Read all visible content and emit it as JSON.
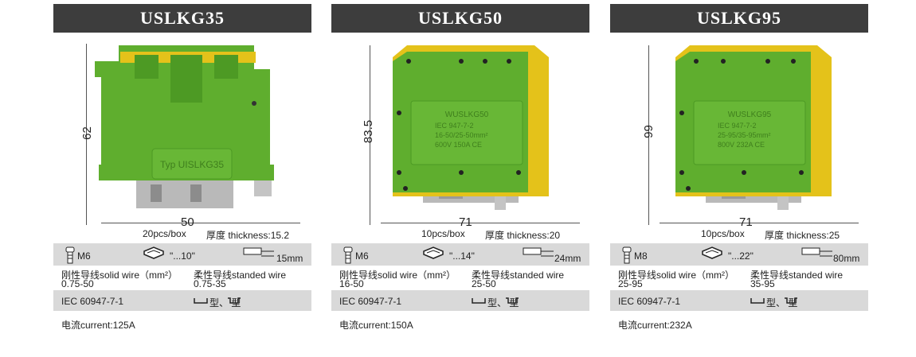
{
  "panels": [
    {
      "title": "USLKG35",
      "height_dim": "62",
      "width_dim": "50",
      "pack": "20pcs/box",
      "thickness": "厚度 thickness:15.2",
      "screw": "M6",
      "wire_gauge": "\"...10\"",
      "strip_length": "15mm",
      "solid_wire_label": "刚性导线solid wire（mm²）",
      "solid_wire_range": "0.75-50",
      "stranded_wire_label": "柔性导线standed wire",
      "stranded_wire_range": "0.75-35",
      "standard": "IEC 60947-7-1",
      "mount_type": "型、 型",
      "current": "电流current:125A",
      "product_labels": [
        "Typ UISLKG35"
      ]
    },
    {
      "title": "USLKG50",
      "height_dim": "83.5",
      "width_dim": "71",
      "pack": "10pcs/box",
      "thickness": "厚度 thickness:20",
      "screw": "M6",
      "wire_gauge": "\"...14\"",
      "strip_length": "24mm",
      "solid_wire_label": "刚性导线solid wire（mm²）",
      "solid_wire_range": "16-50",
      "stranded_wire_label": "柔性导线standed wire",
      "stranded_wire_range": "25-50",
      "standard": "IEC 60947-7-1",
      "mount_type": "型、 型",
      "current": "电流current:150A",
      "product_labels": [
        "WUSLKG50",
        "IEC 947-7-2",
        "16-50/25-50mm²",
        "600V 150A CE"
      ]
    },
    {
      "title": "USLKG95",
      "height_dim": "99",
      "width_dim": "71",
      "pack": "10pcs/box",
      "thickness": "厚度 thickness:25",
      "screw": "M8",
      "wire_gauge": "\"...22\"",
      "strip_length": "80mm",
      "solid_wire_label": "刚性导线solid wire（mm²）",
      "solid_wire_range": "25-95",
      "stranded_wire_label": "柔性导线standed wire",
      "stranded_wire_range": "35-95",
      "standard": "IEC 60947-7-1",
      "mount_type": "型、 型",
      "current": "电流current:232A",
      "product_labels": [
        "WUSLKG95",
        "IEC 947-7-2",
        "25-95/35-95mm²",
        "800V 232A CE"
      ]
    }
  ],
  "colors": {
    "header_bg": "#3d3d3d",
    "row_gray": "#d9d9d9",
    "terminal_green": "#5fae2e",
    "terminal_yellow": "#e4c21a",
    "rail_metal": "#b8b8b8"
  },
  "icons": [
    "screw-icon",
    "wire-gauge-icon",
    "strip-length-icon",
    "rail-mount-icon"
  ]
}
